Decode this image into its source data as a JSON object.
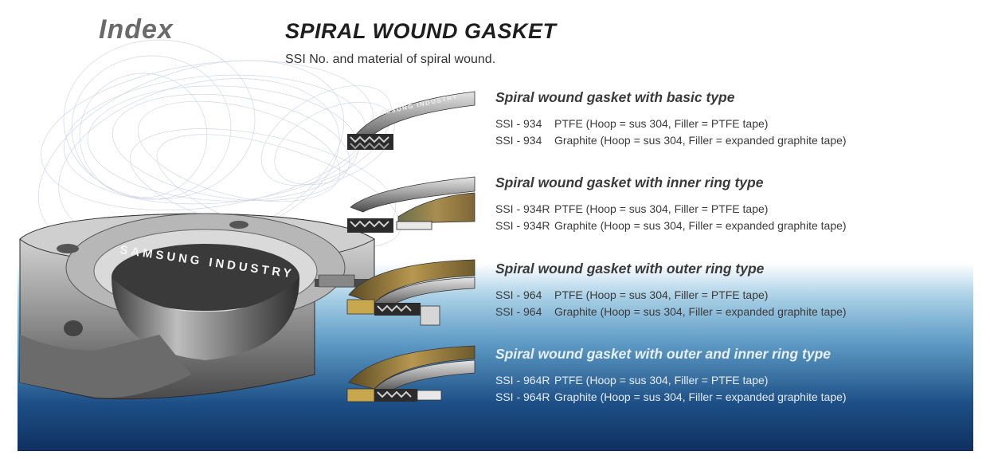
{
  "header": {
    "index_label": "Index",
    "title": "SPIRAL WOUND GASKET",
    "subtitle": "SSI No.  and material of spiral wound."
  },
  "illustration": {
    "flange_ring_text": "SAMSUNG INDUSTRY",
    "gasket_ring_text": "SAMSUNG INDUSTRY"
  },
  "gasket_types": [
    {
      "title": "Spiral wound gasket with basic type",
      "rows": [
        {
          "code": "SSI - 934",
          "material": "PTFE  (Hoop = sus 304, Filler = PTFE tape)"
        },
        {
          "code": "SSI - 934",
          "material": "Graphite  (Hoop = sus 304, Filler = expanded graphite tape)"
        }
      ]
    },
    {
      "title": "Spiral wound gasket with inner ring type",
      "rows": [
        {
          "code": "SSI - 934R",
          "material": "PTFE  (Hoop = sus 304, Filler = PTFE tape)"
        },
        {
          "code": "SSI - 934R",
          "material": "Graphite  (Hoop = sus 304, Filler = expanded graphite tape)"
        }
      ]
    },
    {
      "title": "Spiral wound gasket with outer ring type",
      "rows": [
        {
          "code": "SSI - 964",
          "material": "PTFE  (Hoop = sus 304, Filler = PTFE tape)"
        },
        {
          "code": "SSI - 964",
          "material": "Graphite  (Hoop = sus 304, Filler = expanded graphite tape)"
        }
      ]
    },
    {
      "title": "Spiral wound gasket with outer and inner ring type",
      "rows": [
        {
          "code": "SSI - 964R",
          "material": "PTFE  (Hoop = sus 304, Filler = PTFE tape)"
        },
        {
          "code": "SSI - 964R",
          "material": "Graphite  (Hoop = sus 304, Filler = expanded graphite tape)"
        }
      ]
    }
  ],
  "colors": {
    "title": "#1e1e1e",
    "index": "#6a6a6a",
    "body_text": "#3a3a3a",
    "sea_dark": "#0f2f60",
    "sea_light": "#a9d0e6",
    "bronze": "#9a7a3a"
  }
}
